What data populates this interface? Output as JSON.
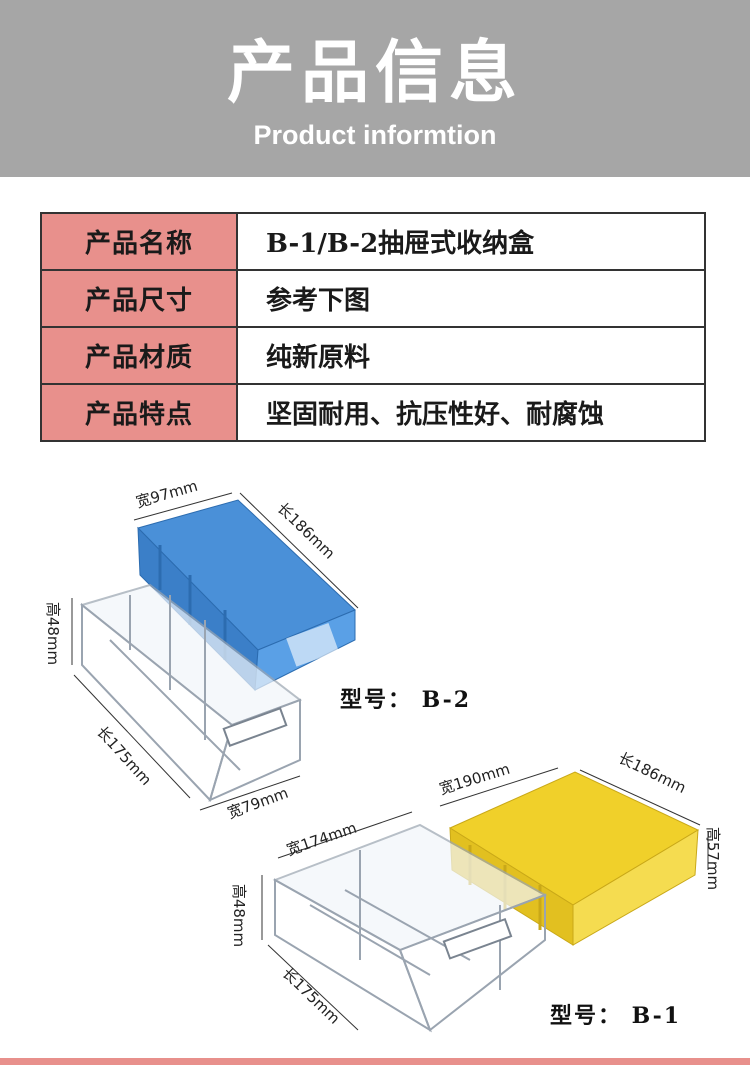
{
  "header": {
    "title": "产品信息",
    "subtitle": "Product informtion"
  },
  "info_rows": [
    {
      "label": "产品名称",
      "value": "B-1/B-2抽屉式收纳盒"
    },
    {
      "label": "产品尺寸",
      "value": "参考下图"
    },
    {
      "label": "产品材质",
      "value": "纯新原料"
    },
    {
      "label": "产品特点",
      "value": "坚固耐用、抗压性好、耐腐蚀"
    }
  ],
  "b2": {
    "model_label": "型号： B-2",
    "dims": {
      "width_top": "宽97mm",
      "length_top": "长186mm",
      "height": "高48mm",
      "length_drawer": "长175mm",
      "width_drawer": "宽79mm"
    },
    "shell_color": "#4a90d8"
  },
  "b1": {
    "model_label": "型号： B-1",
    "dims": {
      "width_drawer": "宽174mm",
      "width_top": "宽190mm",
      "length_top": "长186mm",
      "height_shell": "高57mm",
      "height": "高48mm",
      "length_drawer": "长175mm"
    },
    "shell_color": "#f0d02a"
  },
  "colors": {
    "header_bg": "#a6a6a6",
    "label_bg": "#e8908c"
  }
}
